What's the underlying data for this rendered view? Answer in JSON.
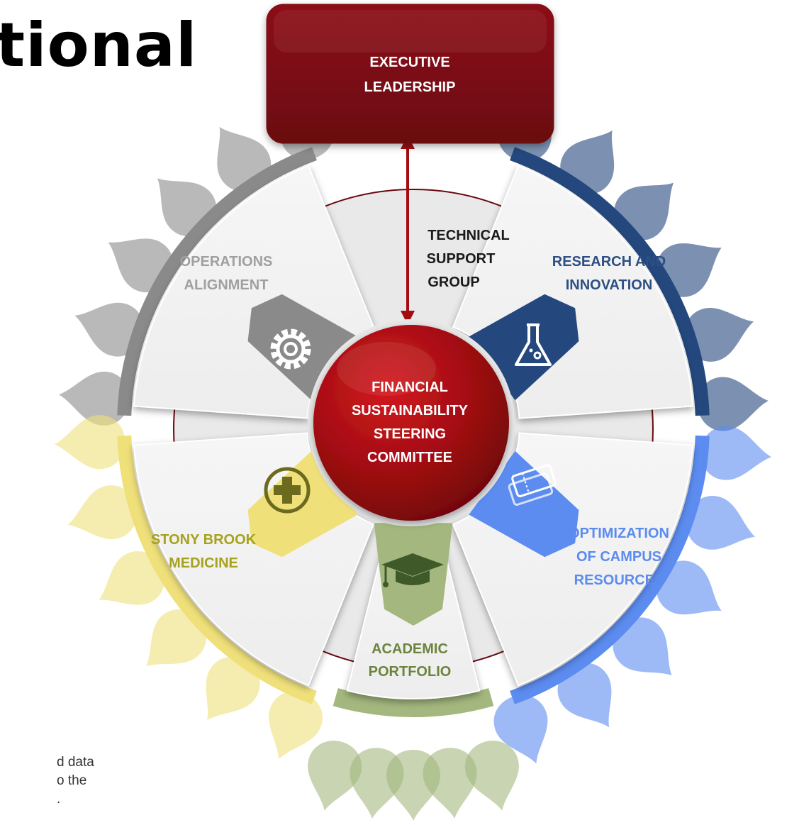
{
  "title": {
    "text": "tional"
  },
  "side_text": {
    "lines": [
      "d data",
      "o the",
      "."
    ]
  },
  "exec": {
    "line1": "EXECUTIVE",
    "line2": "LEADERSHIP"
  },
  "tsg": {
    "line1": "TECHNICAL",
    "line2": "SUPPORT",
    "line3": "GROUP"
  },
  "center": {
    "line1": "FINANCIAL",
    "line2": "SUSTAINABILITY",
    "line3": "STEERING",
    "line4": "COMMITTEE"
  },
  "colors": {
    "maroon": "#7a0a14",
    "center_red": "#a30d12",
    "ops": "#8a8a8a",
    "research": "#24487d",
    "optimization": "#5c8cf0",
    "academic": "#a3b77e",
    "medicine": "#efe07a",
    "panel": "#f2f2f2"
  },
  "segments": [
    {
      "id": "ops",
      "label1": "OPERATIONS",
      "label2": "ALIGNMENT",
      "label3": "",
      "icon": "gear-icon",
      "color": "#8a8a8a",
      "text_color": "#a0a0a0"
    },
    {
      "id": "research",
      "label1": "RESEARCH AND",
      "label2": "INNOVATION",
      "label3": "",
      "icon": "flask-icon",
      "color": "#24487d",
      "text_color": "#2c4f84"
    },
    {
      "id": "optimization",
      "label1": "OPTIMIZATION",
      "label2": "OF CAMPUS",
      "label3": "RESOURCES",
      "icon": "tickets-icon",
      "color": "#5c8cf0",
      "text_color": "#5b8bef"
    },
    {
      "id": "academic",
      "label1": "ACADEMIC",
      "label2": "PORTFOLIO",
      "label3": "",
      "icon": "graduation-cap-icon",
      "color": "#a3b77e",
      "text_color": "#6b843d"
    },
    {
      "id": "medicine",
      "label1": "STONY BROOK",
      "label2": "MEDICINE",
      "label3": "",
      "icon": "medical-cross-icon",
      "color": "#efe07a",
      "text_color": "#a6a21e"
    }
  ]
}
